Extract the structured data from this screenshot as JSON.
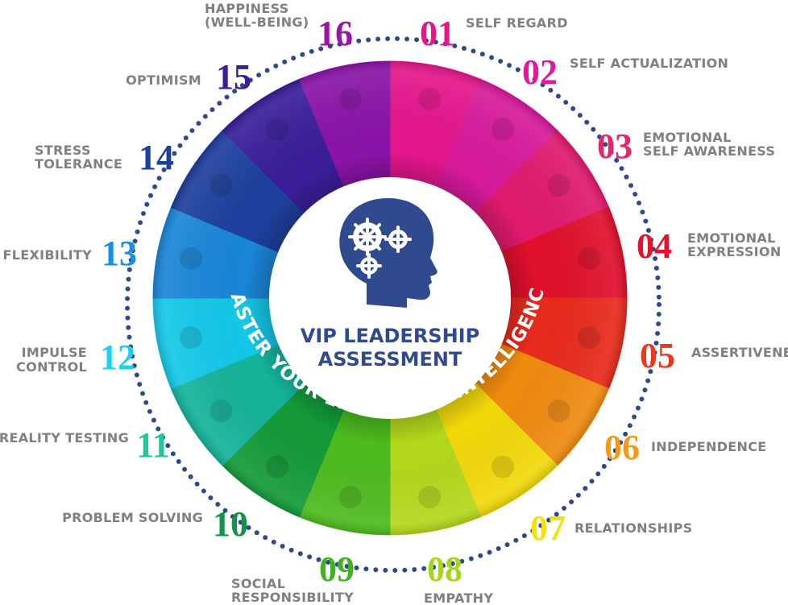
{
  "center": {
    "title_line1": "VIP LEADERSHIP",
    "title_line2": "ASSESSMENT",
    "icon": "head-with-gears-icon"
  },
  "tagline": "MASTER YOUR EMOTIONAL INTELLIGENCE",
  "segments": [
    {
      "number": "01",
      "label_lines": [
        "SELF REGARD"
      ],
      "color": "#e8168c"
    },
    {
      "number": "02",
      "label_lines": [
        "SELF ACTUALIZATION"
      ],
      "color": "#e01a9e"
    },
    {
      "number": "03",
      "label_lines": [
        "EMOTIONAL",
        "SELF AWARENESS"
      ],
      "color": "#e8246a"
    },
    {
      "number": "04",
      "label_lines": [
        "EMOTIONAL",
        "EXPRESSION"
      ],
      "color": "#e8102a"
    },
    {
      "number": "05",
      "label_lines": [
        "ASSERTIVENESS"
      ],
      "color": "#e83a1c"
    },
    {
      "number": "06",
      "label_lines": [
        "INDEPENDENCE"
      ],
      "color": "#f39a1a"
    },
    {
      "number": "07",
      "label_lines": [
        "RELATIONSHIPS"
      ],
      "color": "#f2e20a"
    },
    {
      "number": "08",
      "label_lines": [
        "EMPATHY"
      ],
      "color": "#a6d61c"
    },
    {
      "number": "09",
      "label_lines": [
        "SOCIAL",
        "RESPONSIBILITY"
      ],
      "color": "#3eb51f"
    },
    {
      "number": "10",
      "label_lines": [
        "PROBLEM SOLVING"
      ],
      "color": "#12924a"
    },
    {
      "number": "11",
      "label_lines": [
        "REALITY TESTING"
      ],
      "color": "#1fc79a"
    },
    {
      "number": "12",
      "label_lines": [
        "IMPULSE",
        "CONTROL"
      ],
      "color": "#1ad2ec"
    },
    {
      "number": "13",
      "label_lines": [
        "FLEXIBILITY"
      ],
      "color": "#1a8fe0"
    },
    {
      "number": "14",
      "label_lines": [
        "STRESS",
        "TOLERANCE"
      ],
      "color": "#1e3f9e"
    },
    {
      "number": "15",
      "label_lines": [
        "OPTIMISM"
      ],
      "color": "#3a1e9a"
    },
    {
      "number": "16",
      "label_lines": [
        "HAPPINESS",
        "(WELL-BEING)"
      ],
      "color": "#9a14a8"
    }
  ],
  "wedge_colors": [
    "#e5168c",
    "#d71a9b",
    "#e01a6e",
    "#e0102c",
    "#e82a1c",
    "#f08a10",
    "#f2d80a",
    "#b4d81c",
    "#4dbb1e",
    "#149a3a",
    "#14b39a",
    "#14c8e8",
    "#1a86d8",
    "#1e3f9e",
    "#3a1e9a",
    "#8a14a8"
  ],
  "theme": {
    "ring_dots": "#2e4a8c",
    "center_fill": "#ffffff",
    "head_fill": "#2f4a8f",
    "label_gray": "#808080"
  }
}
